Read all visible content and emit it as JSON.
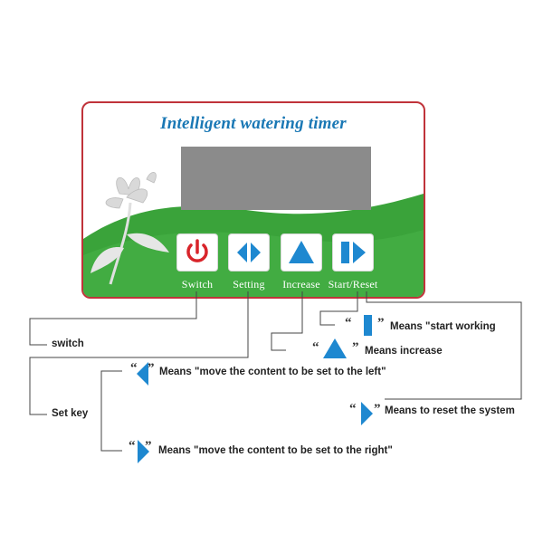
{
  "device": {
    "title": "Intelligent watering timer",
    "colors": {
      "border": "#c0333a",
      "title": "#1a78b5",
      "green": "#3aa33a",
      "lcd": "#8b8b8b",
      "key_blue": "#1e88d0",
      "power_red": "#d8242a"
    },
    "keys": [
      {
        "icon": "power-icon",
        "label": "Switch"
      },
      {
        "icon": "left-right-arrows-icon",
        "label": "Setting"
      },
      {
        "icon": "up-triangle-icon",
        "label": "Increase"
      },
      {
        "icon": "bar-right-arrow-icon",
        "label": "Start/Reset"
      }
    ]
  },
  "annotations": {
    "switch": "switch",
    "set_key": "Set key",
    "start_working": "Means \"start working",
    "increase": "Means increase",
    "move_left": "Means \"move the content to be set to the left\"",
    "reset": "Means to reset the system",
    "move_right": "Means \"move the content to be set to the right\"",
    "quote_open": "“",
    "quote_close": "”"
  }
}
